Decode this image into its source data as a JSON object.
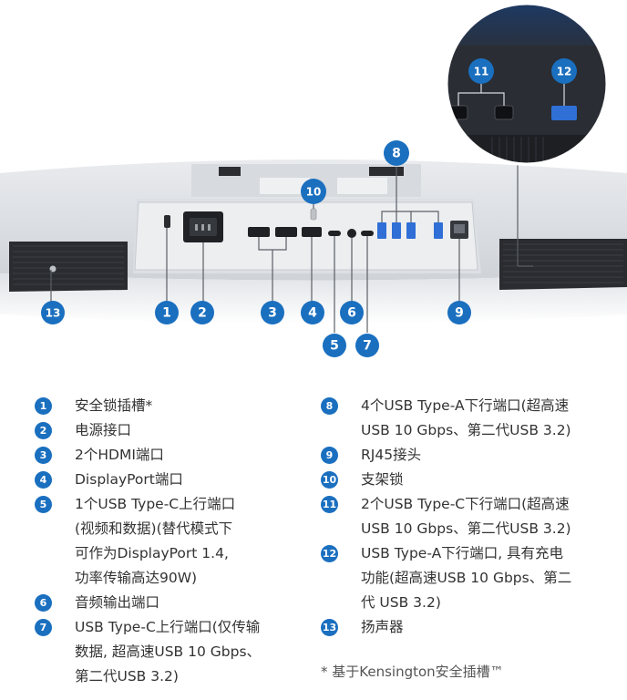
{
  "callouts": [
    "1",
    "2",
    "3",
    "4",
    "5",
    "6",
    "7",
    "8",
    "9",
    "10",
    "11",
    "12",
    "13"
  ],
  "legend_left": [
    {
      "num": "1",
      "lines": [
        "安全锁插槽*"
      ]
    },
    {
      "num": "2",
      "lines": [
        "电源接口"
      ]
    },
    {
      "num": "3",
      "lines": [
        "2个HDMI端口"
      ]
    },
    {
      "num": "4",
      "lines": [
        "DisplayPort端口"
      ]
    },
    {
      "num": "5",
      "lines": [
        "1个USB Type-C上行端口",
        "(视频和数据)(替代模式下",
        "可作为DisplayPort 1.4,",
        "功率传输高达90W)"
      ]
    },
    {
      "num": "6",
      "lines": [
        "音频输出端口"
      ]
    },
    {
      "num": "7",
      "lines": [
        "USB Type-C上行端口(仅传输",
        "数据, 超高速USB 10 Gbps、",
        "第二代USB 3.2)"
      ]
    }
  ],
  "legend_right": [
    {
      "num": "8",
      "lines": [
        "4个USB Type-A下行端口(超高速",
        "USB 10 Gbps、第二代USB 3.2)"
      ]
    },
    {
      "num": "9",
      "lines": [
        "RJ45接头"
      ]
    },
    {
      "num": "10",
      "lines": [
        "支架锁"
      ]
    },
    {
      "num": "11",
      "lines": [
        "2个USB Type-C下行端口(超高速",
        "USB 10 Gbps、第二代USB 3.2)"
      ]
    },
    {
      "num": "12",
      "lines": [
        "USB Type-A下行端口, 具有充电",
        "功能(超高速USB 10 Gbps、第二",
        "代 USB 3.2)"
      ]
    },
    {
      "num": "13",
      "lines": [
        "扬声器"
      ]
    }
  ],
  "footnote": "* 基于Kensington安全插槽™",
  "colors": {
    "badge": "#1a6fbf",
    "panel": "#eceef0",
    "port_blue": "#2f6fd6"
  }
}
